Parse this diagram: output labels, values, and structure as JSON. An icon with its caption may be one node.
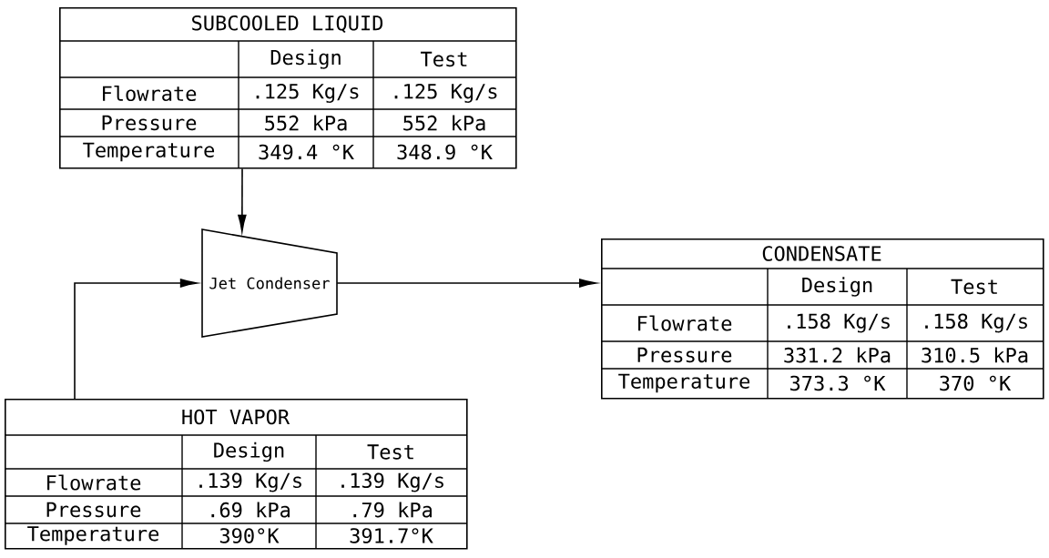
{
  "diagram": {
    "nodes": [
      {
        "text": [
          "SUBCOOLED LIQUID",
          "Design",
          "Test",
          "Flowrate",
          ".125 Kg/s",
          ".125 Kg/s",
          "Pressure",
          "552 kPa",
          "552 kPa",
          "Temperature",
          "349.4 °K",
          "348.9 °K"
        ]
      },
      {
        "text": [
          "Jet Condenser"
        ]
      },
      {
        "text": [
          "CONDENSATE",
          "Design",
          "Test",
          "Flowrate",
          ".158 Kg/s",
          ".158 Kg/s",
          "Pressure",
          "331.2 kPa",
          "310.5 kPa",
          "Temperature",
          "373.3 °K",
          "370 °K"
        ]
      },
      {
        "text": [
          "HOT VAPOR",
          "Design",
          "Test",
          "Flowrate",
          ".139 Kg/s",
          ".139 Kg/s",
          "Pressure",
          ".69 kPa",
          ".79 kPa",
          "Temperature",
          "390°K",
          "391.7°K"
        ]
      }
    ],
    "edges": [
      {
        "from": 0,
        "to": 1,
        "arrow": "to"
      },
      {
        "from": 3,
        "to": 1,
        "arrow": "to"
      },
      {
        "from": 1,
        "to": 2,
        "arrow": "to"
      }
    ]
  }
}
